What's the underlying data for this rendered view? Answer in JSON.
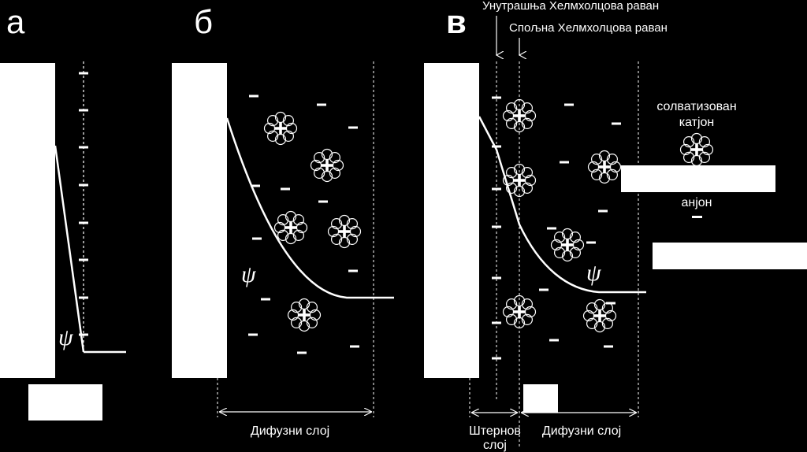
{
  "panels": {
    "a": {
      "label": "а"
    },
    "b": {
      "label": "б",
      "diffuse_layer_label": "Дифузни слој"
    },
    "c": {
      "label": "в",
      "inner_helmholtz_label": "Унутрашња Хелмхолцова раван",
      "outer_helmholtz_label": "Спољна Хелмхолцова раван",
      "stern_layer_line1": "Штернов",
      "stern_layer_line2": "слој",
      "diffuse_layer_label": "Дифузни слој"
    }
  },
  "psi_symbol": "ψ",
  "legend": {
    "solvated_cation_line1": "солватизован",
    "solvated_cation_line2": "катјон",
    "anion_label": "анјон",
    "cation_sign": "+",
    "anion_sign": "−"
  },
  "colors": {
    "background": "#000000",
    "foreground": "#ffffff"
  }
}
